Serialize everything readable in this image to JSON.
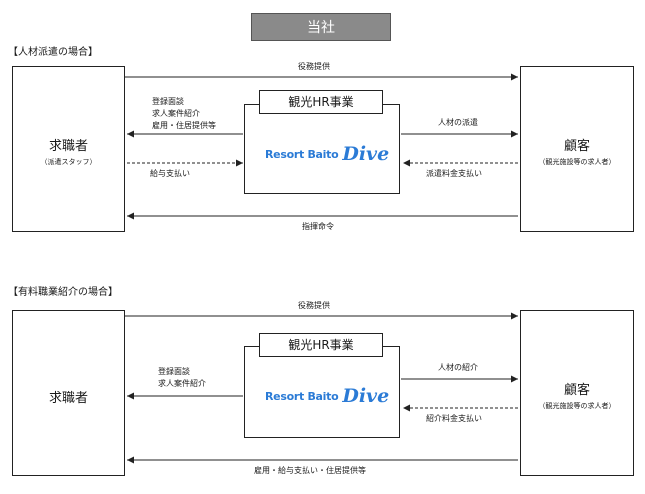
{
  "header": {
    "label": "当社"
  },
  "sections": [
    {
      "title": "【人材派遣の場合】",
      "left_party": {
        "name": "求職者",
        "sub": "（派遣スタッフ）"
      },
      "right_party": {
        "name": "顧客",
        "sub": "（観光施設等の求人者）"
      },
      "company": {
        "label": "観光HR事業",
        "logo_a": "Resort Baito",
        "logo_b": "Dive"
      },
      "arrows": {
        "top": "役務提供",
        "left_out": [
          "登録面談",
          "求人案件紹介",
          "雇用・住居提供等"
        ],
        "left_in": "給与支払い",
        "right_out": "人材の派遣",
        "right_in": "派遣料金支払い",
        "bottom": "指揮命令"
      }
    },
    {
      "title": "【有料職業紹介の場合】",
      "left_party": {
        "name": "求職者",
        "sub": ""
      },
      "right_party": {
        "name": "顧客",
        "sub": "（観光施設等の求人者）"
      },
      "company": {
        "label": "観光HR事業",
        "logo_a": "Resort Baito",
        "logo_b": "Dive"
      },
      "arrows": {
        "top": "役務提供",
        "left_out": [
          "登録面談",
          "求人案件紹介"
        ],
        "right_out": "人材の紹介",
        "right_in": "紹介料金支払い",
        "bottom": "雇用・給与支払い・住居提供等"
      }
    }
  ]
}
